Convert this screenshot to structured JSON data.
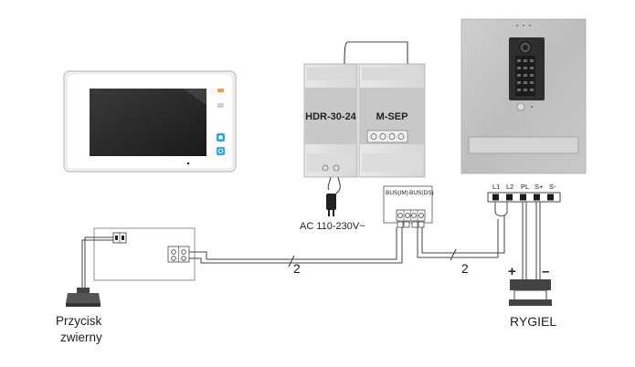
{
  "power_supply": {
    "label": "HDR-30-24"
  },
  "separator": {
    "label": "M-SEP",
    "bus_im_label": "BUS(IM)",
    "bus_ds_label": "BUS(DS)"
  },
  "mains": {
    "label": "AC 110-230V~"
  },
  "cable_counts": {
    "monitor_side": "2",
    "panel_side": "2"
  },
  "outdoor_panel": {
    "terminals": [
      "L1",
      "L2",
      "PL",
      "S+",
      "S-"
    ]
  },
  "lock": {
    "label": "RYGIEL",
    "plus": "+",
    "minus": "–"
  },
  "exit_button": {
    "label_line1": "Przycisk",
    "label_line2": "zwierny"
  }
}
